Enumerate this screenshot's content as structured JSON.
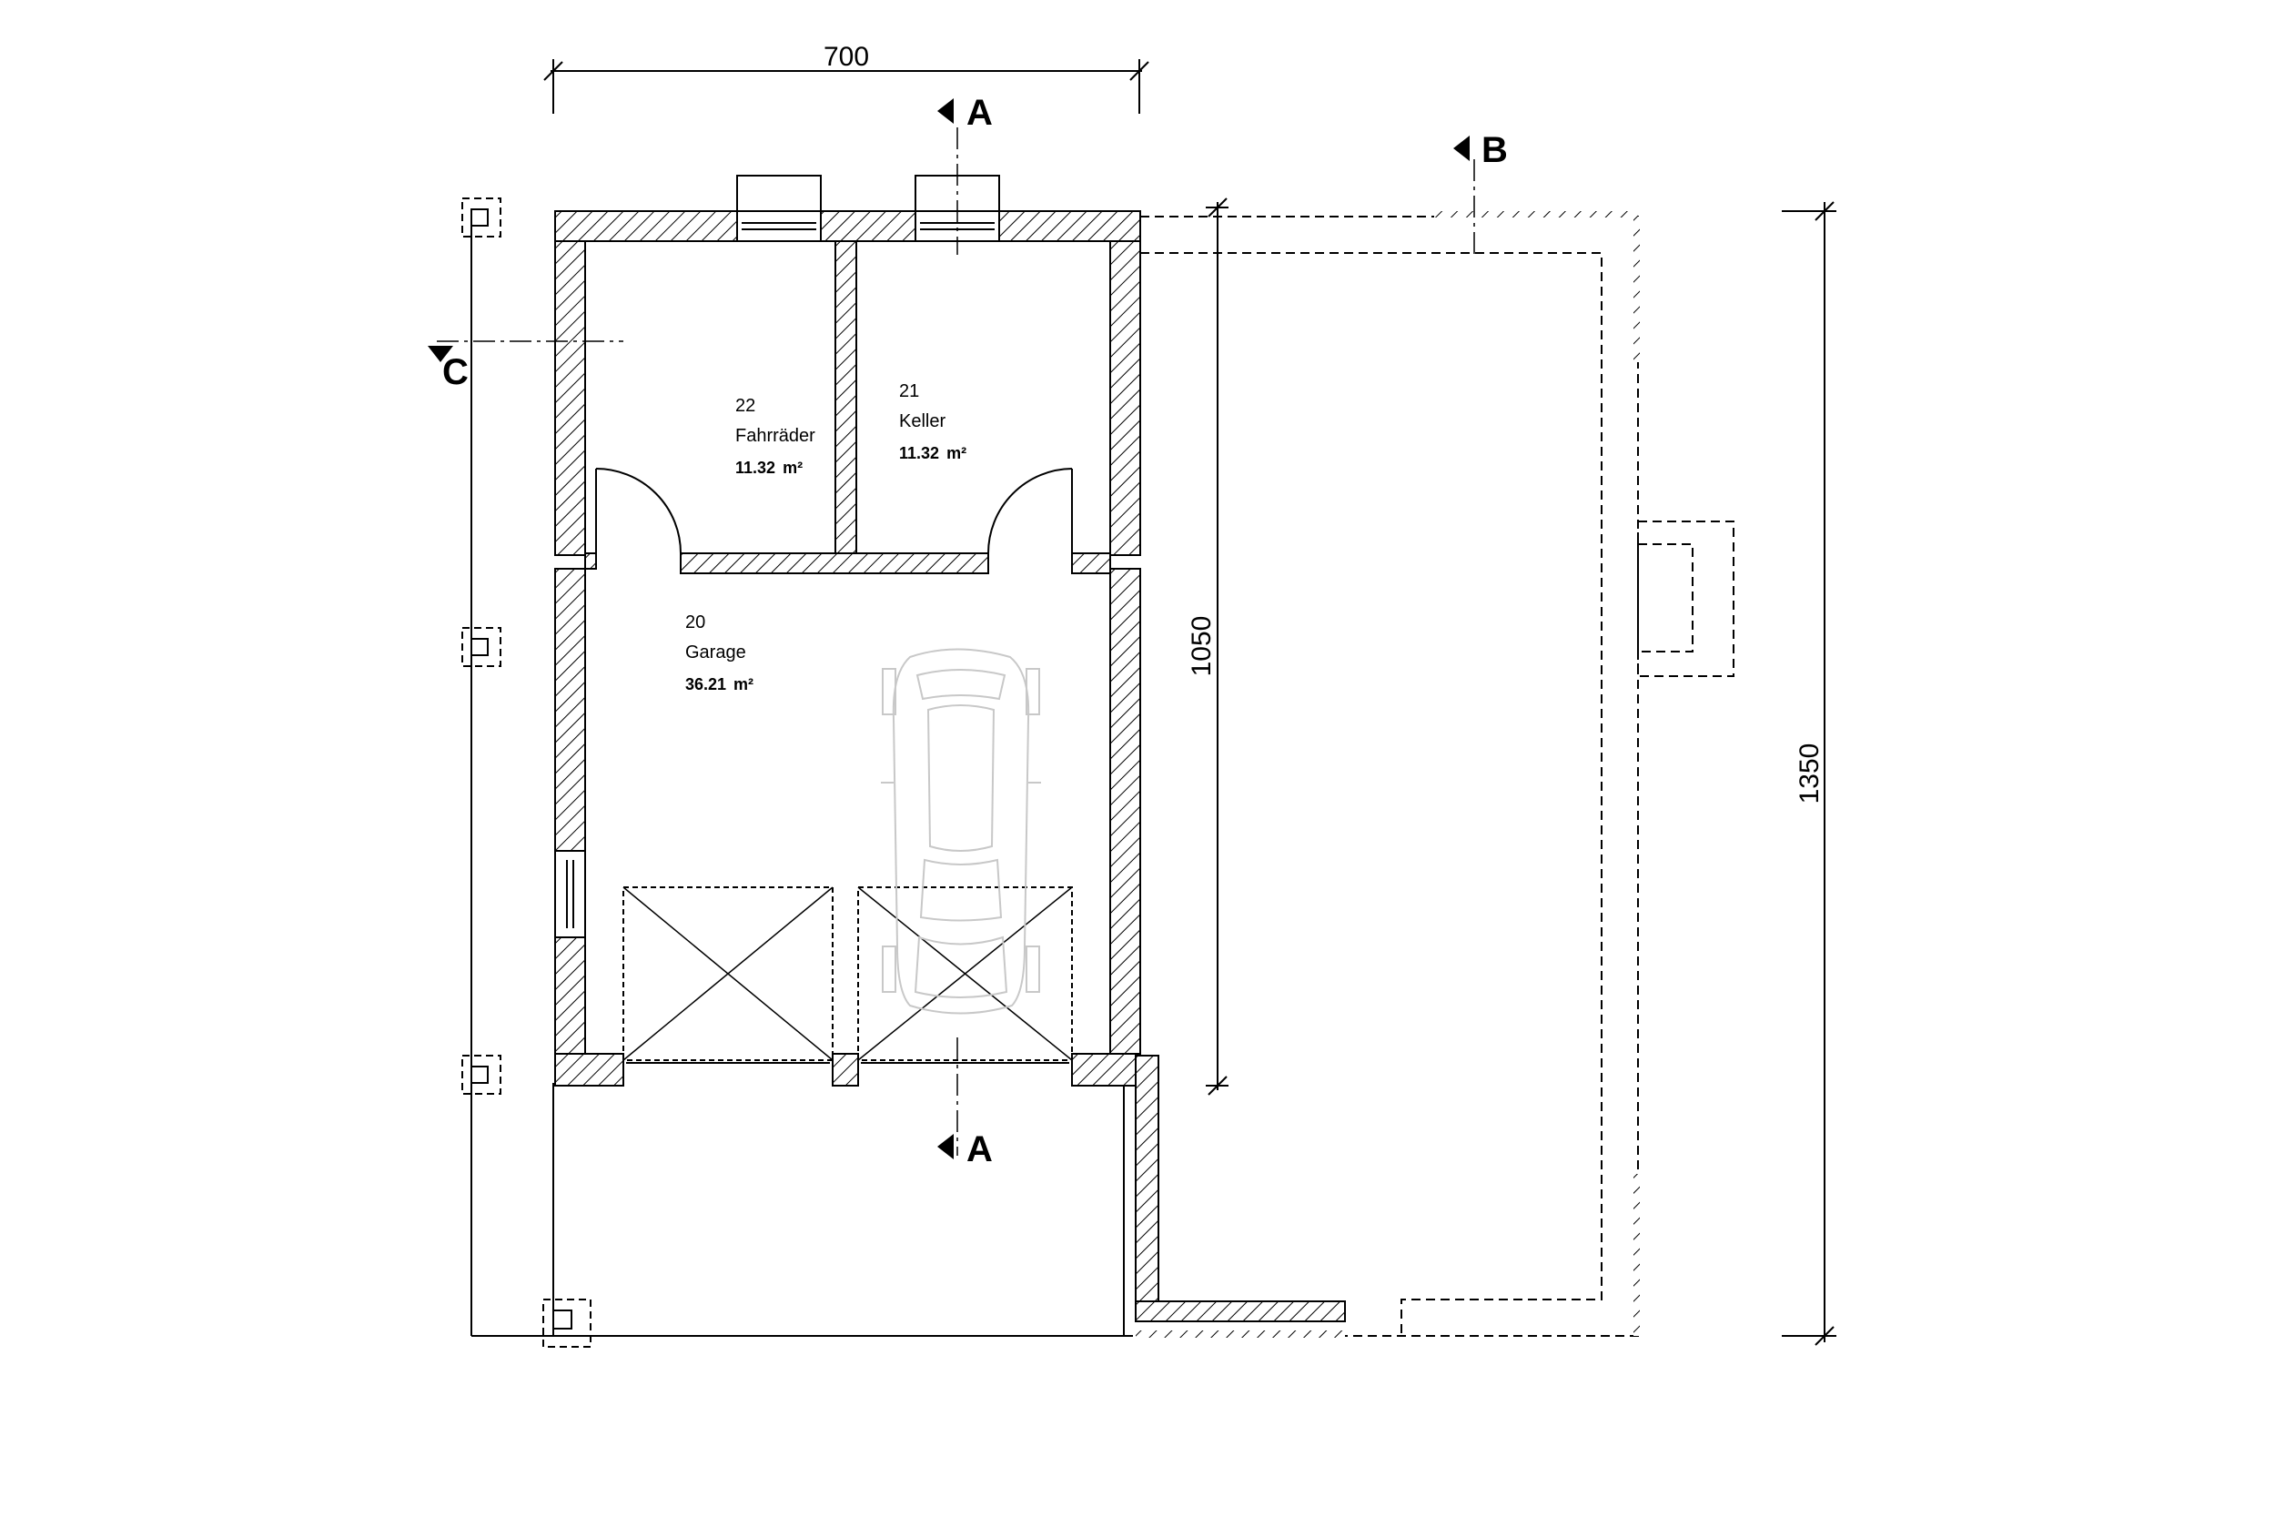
{
  "dimensions": {
    "top_width": "700",
    "vertical_inner": "1050",
    "vertical_total": "1350"
  },
  "section_markers": {
    "a_top": "A",
    "a_bottom": "A",
    "b": "B",
    "c": "C"
  },
  "rooms": [
    {
      "number": "22",
      "name": "Fahrräder",
      "area": "11.32",
      "unit": "m²"
    },
    {
      "number": "21",
      "name": "Keller",
      "area": "11.32",
      "unit": "m²"
    },
    {
      "number": "20",
      "name": "Garage",
      "area": "36.21",
      "unit": "m²"
    }
  ],
  "colors": {
    "line": "#000000",
    "car": "#c8c8c8",
    "hatch": "#000000"
  }
}
